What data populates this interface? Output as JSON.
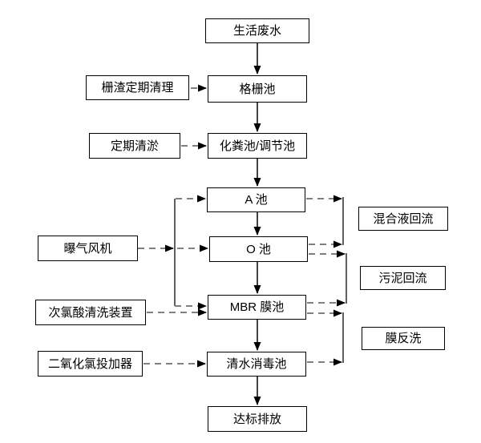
{
  "diagram": {
    "type": "flowchart",
    "language": "zh-CN",
    "colors": {
      "background": "#ffffff",
      "box_fill": "#ffffff",
      "box_border": "#000000",
      "text": "#000000",
      "solid_connector": "#000000",
      "dashed_connector": "#7f7f7f",
      "arrowhead": "#000000"
    },
    "nodes": {
      "main": [
        {
          "label": "生活废水"
        },
        {
          "label": "格栅池"
        },
        {
          "label": "化粪池/调节池"
        },
        {
          "label": "A 池"
        },
        {
          "label": "O 池"
        },
        {
          "label": "MBR 膜池"
        },
        {
          "label": "清水消毒池"
        },
        {
          "label": "达标排放"
        }
      ],
      "left": [
        {
          "label": "栅渣定期清理"
        },
        {
          "label": "定期清淤"
        },
        {
          "label": "曝气风机"
        },
        {
          "label": "次氯酸清洗装置"
        },
        {
          "label": "二氧化氯投加器"
        }
      ],
      "right": [
        {
          "label": "混合液回流"
        },
        {
          "label": "污泥回流"
        },
        {
          "label": "膜反洗"
        }
      ]
    }
  }
}
